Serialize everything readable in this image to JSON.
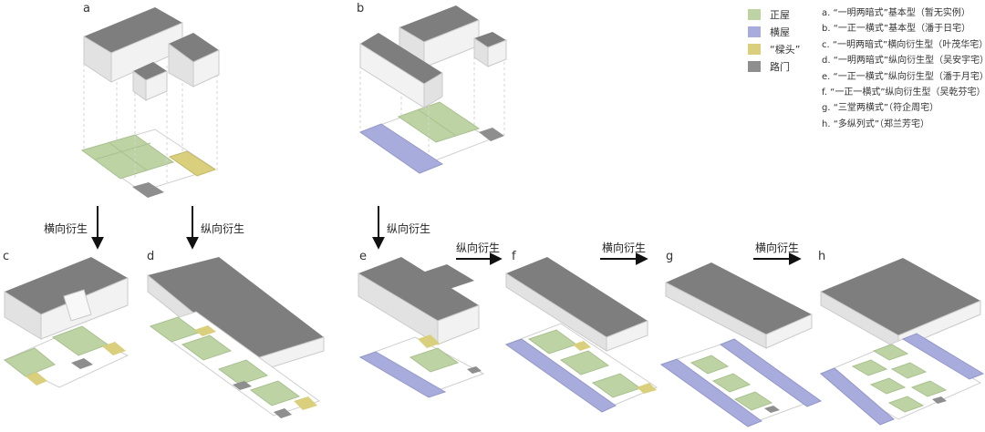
{
  "panel_labels": [
    "a",
    "b",
    "c",
    "d",
    "e",
    "f",
    "g",
    "h"
  ],
  "steps": {
    "horizontal": "横向衍生",
    "vertical": "纵向衍生"
  },
  "legend": [
    {
      "label": "正屋",
      "color": "#bdd3a4"
    },
    {
      "label": "横屋",
      "color": "#a8acdc"
    },
    {
      "label": "“樑头”",
      "color": "#d9cf7c"
    },
    {
      "label": "路门",
      "color": "#8e8e8e"
    }
  ],
  "types": [
    "a. “一明两暗式”基本型（暂无实例）",
    "b. “一正一横式”基本型（潘于日宅）",
    "c. “一明两暗式”横向衍生型（叶茂华宅）",
    "d. “一明两暗式”纵向衍生型（吴安宇宅）",
    "e. “一正一横式”纵向衍生型（潘于月宅）",
    "f. “一正一横式”纵向衍生型（吴乾芬宅）",
    "g. “三堂两横式”（符企周宅）",
    "h. “多纵列式”（郑兰芳宅）"
  ]
}
